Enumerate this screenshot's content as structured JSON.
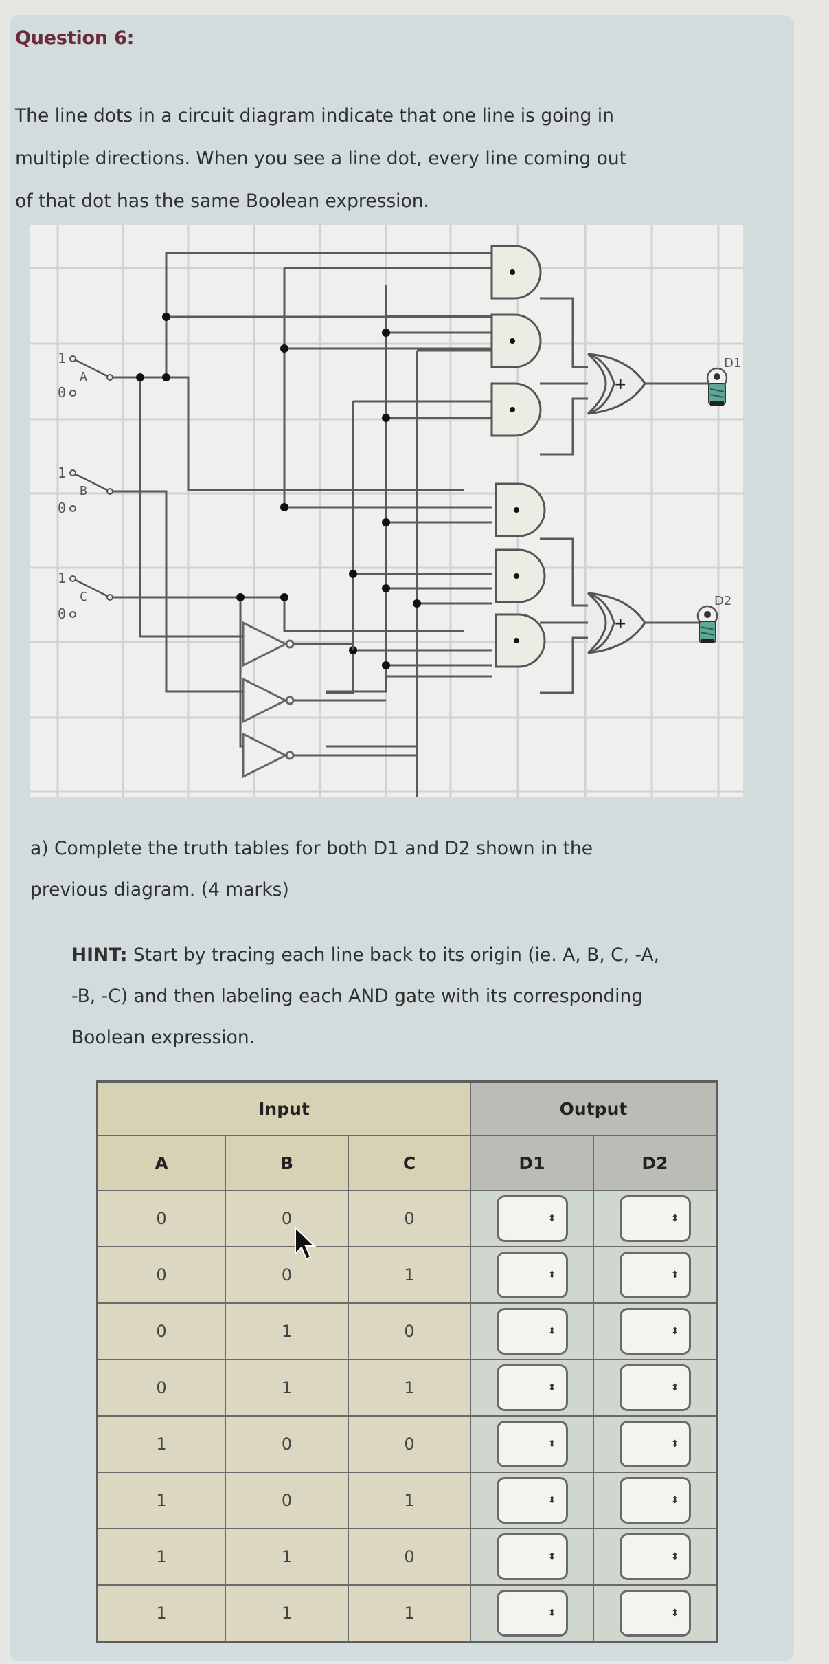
{
  "question": {
    "title": "Question 6:",
    "intro_lines": [
      "The line dots in a circuit diagram indicate that one line is going in",
      "multiple directions.  When you see a line dot, every line coming out",
      "of that dot has the same Boolean expression."
    ]
  },
  "diagram": {
    "switches": [
      {
        "name": "A",
        "high_label": "1",
        "low_label": "0"
      },
      {
        "name": "B",
        "high_label": "1",
        "low_label": "0"
      },
      {
        "name": "C",
        "high_label": "1",
        "low_label": "0"
      }
    ],
    "and_gate_symbol": "•",
    "or_gate_symbol": "+",
    "outputs": [
      {
        "label": "D1"
      },
      {
        "label": "D2"
      }
    ],
    "not_gates": 3,
    "and_gates": 6,
    "or_gates": 2
  },
  "part_a": {
    "lines": [
      "a) Complete the truth tables for both D1 and D2 shown in the",
      "previous diagram. (4 marks)"
    ],
    "hint_label": "HINT:",
    "hint_lines": [
      " Start by tracing each line back to its origin (ie. A, B, C, -A,",
      "-B, -C) and then labeling each AND gate with its corresponding",
      "Boolean expression."
    ]
  },
  "truth_table": {
    "group_headers": {
      "input": "Input",
      "output": "Output"
    },
    "columns": {
      "a": "A",
      "b": "B",
      "c": "C",
      "d1": "D1",
      "d2": "D2"
    },
    "rows": [
      {
        "a": "0",
        "b": "0",
        "c": "0",
        "d1": "",
        "d2": ""
      },
      {
        "a": "0",
        "b": "0",
        "c": "1",
        "d1": "",
        "d2": ""
      },
      {
        "a": "0",
        "b": "1",
        "c": "0",
        "d1": "",
        "d2": ""
      },
      {
        "a": "0",
        "b": "1",
        "c": "1",
        "d1": "",
        "d2": ""
      },
      {
        "a": "1",
        "b": "0",
        "c": "0",
        "d1": "",
        "d2": ""
      },
      {
        "a": "1",
        "b": "0",
        "c": "1",
        "d1": "",
        "d2": ""
      },
      {
        "a": "1",
        "b": "1",
        "c": "0",
        "d1": "",
        "d2": ""
      },
      {
        "a": "1",
        "b": "1",
        "c": "1",
        "d1": "",
        "d2": ""
      }
    ],
    "select_icon": "⬍"
  },
  "colors": {
    "card_bg": "#d3dcdc",
    "title": "#6b2a3e",
    "input_header": "#d8d2b5",
    "output_header": "#bcbcb6",
    "bulb_base": "#5fa896"
  }
}
